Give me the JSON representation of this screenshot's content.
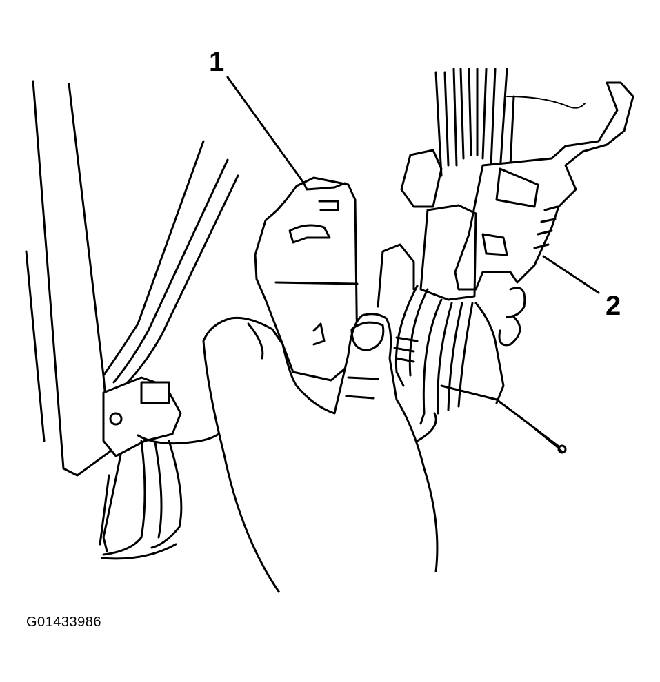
{
  "callouts": [
    {
      "label": "1"
    },
    {
      "label": "2"
    }
  ],
  "figure_id": "G01433986"
}
